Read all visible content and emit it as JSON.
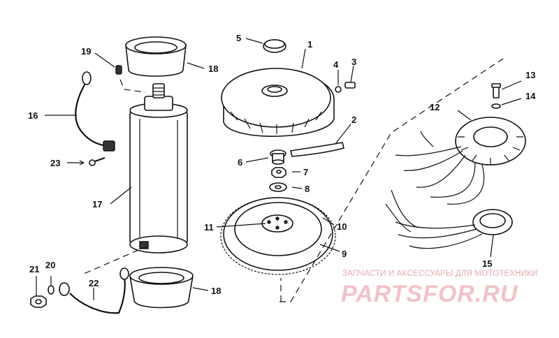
{
  "labels": {
    "l1": "1",
    "l2": "2",
    "l3": "3",
    "l4": "4",
    "l5": "5",
    "l6": "6",
    "l7": "7",
    "l8": "8",
    "l9": "9",
    "l10": "10",
    "l11": "11",
    "l12": "12",
    "l13": "13",
    "l14": "14",
    "l15": "15",
    "l16": "16",
    "l17": "17",
    "l18a": "18",
    "l18b": "18",
    "l19": "19",
    "l20": "20",
    "l21": "21",
    "l22": "22",
    "l23": "23"
  },
  "watermark": {
    "tagline": "ЗАПЧАСТИ И АКСЕССУАРЫ ДЛЯ МОТОТЕХНИКИ",
    "logo": "PARTSFOR.RU"
  },
  "colors": {
    "ink": "#111111",
    "watermark_text": "#e7a7ad",
    "watermark_logo": "#f1c3c7"
  }
}
